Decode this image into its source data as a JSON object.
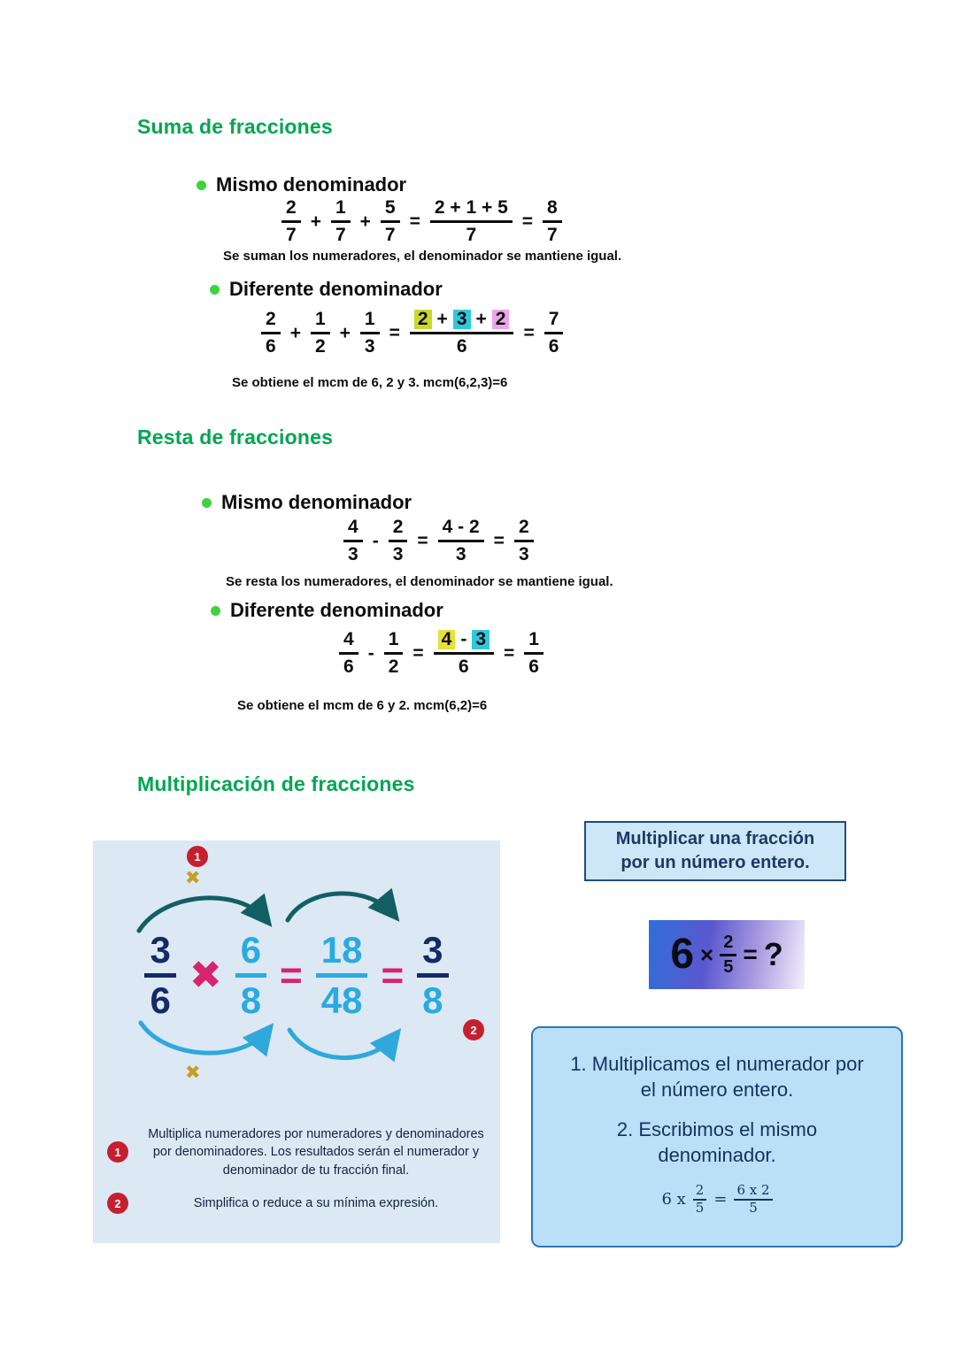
{
  "suma": {
    "title": "Suma de fracciones",
    "mismo": {
      "label": "Mismo denominador",
      "plus": "+",
      "equals": "=",
      "t1n": "2",
      "t1d": "7",
      "t2n": "1",
      "t2d": "7",
      "t3n": "5",
      "t3d": "7",
      "sum_n": "2 + 1 + 5",
      "sum_d": "7",
      "res_n": "8",
      "res_d": "7",
      "caption": "Se suman los numeradores, el denominador se mantiene igual."
    },
    "diferente": {
      "label": "Diferente denominador",
      "plus": "+",
      "equals": "=",
      "t1n": "2",
      "t1d": "6",
      "t2n": "1",
      "t2d": "2",
      "t3n": "1",
      "t3d": "3",
      "hl1": "2",
      "hl2": "3",
      "hl3": "2",
      "sum_d": "6",
      "res_n": "7",
      "res_d": "6",
      "caption": "Se obtiene el mcm de 6, 2 y 3. mcm(6,2,3)=6"
    }
  },
  "resta": {
    "title": "Resta de fracciones",
    "mismo": {
      "label": "Mismo denominador",
      "minus": "-",
      "equals": "=",
      "t1n": "4",
      "t1d": "3",
      "t2n": "2",
      "t2d": "3",
      "diff_n": "4 - 2",
      "diff_d": "3",
      "res_n": "2",
      "res_d": "3",
      "caption": "Se resta los numeradores, el denominador se mantiene igual."
    },
    "diferente": {
      "label": "Diferente denominador",
      "minus": "-",
      "equals": "=",
      "t1n": "4",
      "t1d": "6",
      "t2n": "1",
      "t2d": "2",
      "hl1": "4",
      "hl2": "3",
      "diff_d": "6",
      "res_n": "1",
      "res_d": "6",
      "caption": "Se obtiene el mcm de 6 y 2. mcm(6,2)=6"
    }
  },
  "multiplicacion": {
    "title": "Multiplicación de fracciones",
    "diagram": {
      "badge1": "1",
      "badge2": "2",
      "cross_top": "✖",
      "cross_bottom": "✖",
      "f1n": "3",
      "f1d": "6",
      "times": "✖",
      "f2n": "6",
      "f2d": "8",
      "eq1": "=",
      "f3n": "18",
      "f3d": "48",
      "eq2": "=",
      "f4n": "3",
      "f4d": "8",
      "note1": "Multiplica numeradores por numeradores y denominadores por denominadores. Los resultados serán el numerador y denominador de tu fracción final.",
      "note2": "Simplifica o reduce a su mínima expresión."
    },
    "sidebar": {
      "title_line1": "Multiplicar una fracción",
      "title_line2": "por un número entero.",
      "ex_int": "6",
      "ex_times": "×",
      "ex_n": "2",
      "ex_d": "5",
      "ex_eq": "=",
      "ex_q": "?",
      "step1_line1": "1. Multiplicamos el numerador por",
      "step1_line2": "el número entero.",
      "step2_line1": "2. Escribimos el mismo",
      "step2_line2": "denominador.",
      "formula_lead": "6 x",
      "formula_n": "2",
      "formula_d": "5",
      "formula_eq": "=",
      "formula_res_n": "6 x 2",
      "formula_res_d": "5"
    }
  },
  "colors": {
    "heading_green": "#00a651",
    "bullet_green": "#3ed33e",
    "highlight_lime": "#c9d92b",
    "highlight_cyan": "#2fc9de",
    "highlight_pink": "#eda4ec",
    "highlight_yellow": "#e4e139",
    "fraction_navy": "#152a66",
    "fraction_blue": "#29abe2",
    "operator_magenta": "#d6246e",
    "badge_red": "#c51f30",
    "panel_blue": "#dce8f3",
    "steps_box_blue": "#b9e0f7"
  }
}
